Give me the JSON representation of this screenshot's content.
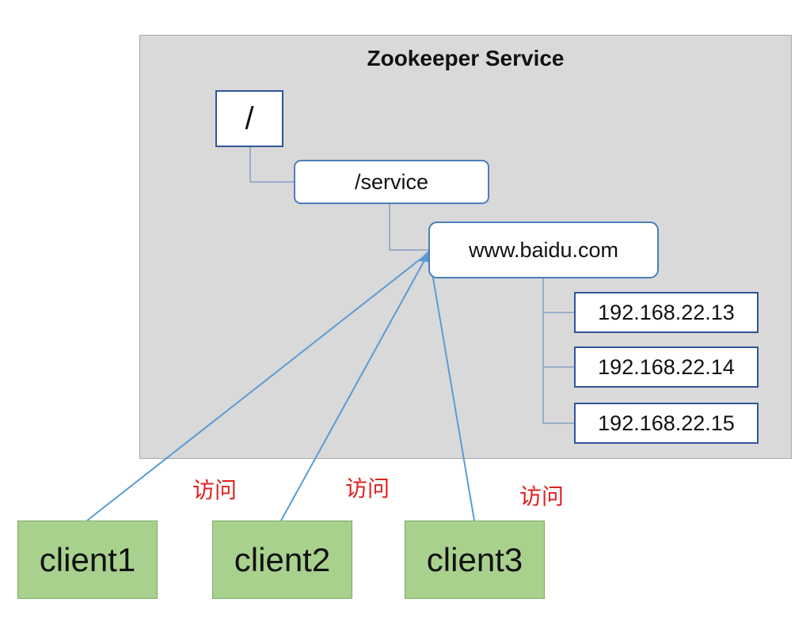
{
  "diagram": {
    "title": "Zookeeper Service",
    "root_node": "/",
    "service_node": "/service",
    "host_node": "www.baidu.com",
    "ip_nodes": [
      "192.168.22.13",
      "192.168.22.14",
      "192.168.22.15"
    ],
    "clients": [
      "client1",
      "client2",
      "client3"
    ],
    "access_label": "访问"
  },
  "colors": {
    "service_background": "#d9d9d9",
    "node_border": "#4a7ebb",
    "client_fill": "#a9d18e",
    "label_red": "#e02020",
    "connector": "#5b9bd5",
    "tree_line": "#7f9fc9"
  }
}
